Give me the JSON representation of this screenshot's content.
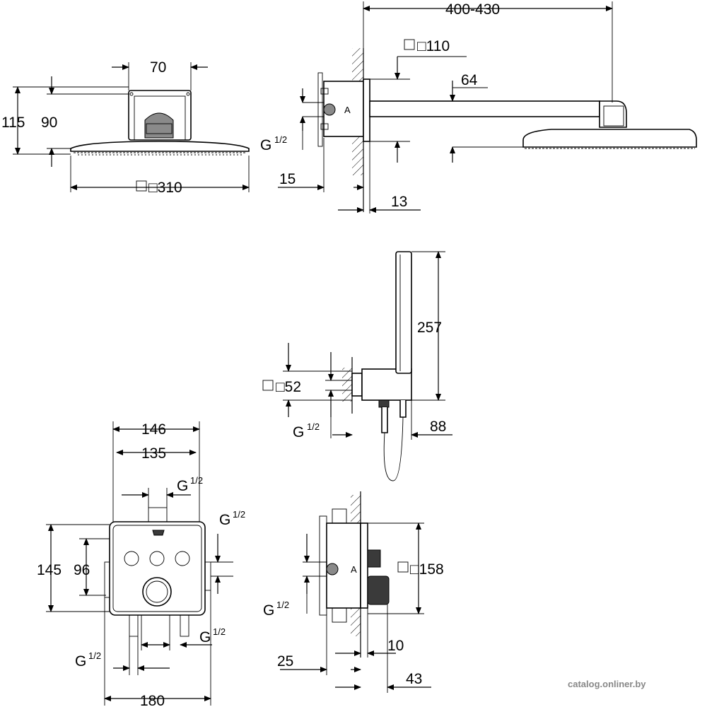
{
  "overhead_shower": {
    "front": {
      "width": "70",
      "height_total": "115",
      "height_head": "90",
      "head_size": "□310"
    },
    "side": {
      "arm_length": "400-430",
      "box_size": "□110",
      "arm_offset": "64",
      "thread": "G",
      "thread_frac": "1/2",
      "depth_15": "15",
      "depth_13": "13"
    }
  },
  "hand_shower": {
    "length": "257",
    "holder_size": "□52",
    "thread": "G",
    "thread_frac": "1/2",
    "projection": "88"
  },
  "thermostat": {
    "width_outer": "146",
    "width_inner": "135",
    "height_outer": "145",
    "height_inner": "96",
    "width_plate": "180",
    "thread_top": "G",
    "thread_top_frac": "1/2",
    "thread_right": "G",
    "thread_right_frac": "1/2",
    "thread_bottom_right": "G",
    "thread_bottom_right_frac": "1/2",
    "thread_bottom_left": "G",
    "thread_bottom_left_frac": "1/2"
  },
  "thermostat_side": {
    "plate_size": "□158",
    "thread": "G",
    "thread_frac": "1/2",
    "depth_25": "25",
    "depth_10": "10",
    "depth_43": "43"
  },
  "watermark": "catalog.onliner.by"
}
